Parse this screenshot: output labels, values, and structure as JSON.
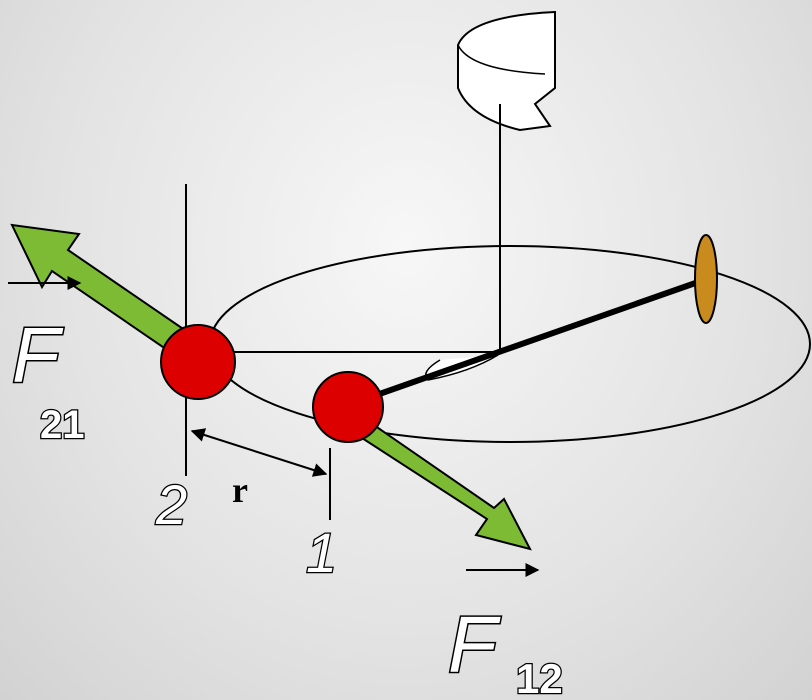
{
  "diagram": {
    "labels": {
      "force_21_symbol": "F",
      "force_21_subscript": "21",
      "force_12_symbol": "F",
      "force_12_subscript": "12",
      "separation": "r",
      "sphere_2": "2",
      "sphere_1": "1"
    },
    "colors": {
      "sphere": "#dd0000",
      "force_arrow": "#7dbb35",
      "counterweight": "#c98a1e",
      "background": "#e6e6e6"
    }
  }
}
